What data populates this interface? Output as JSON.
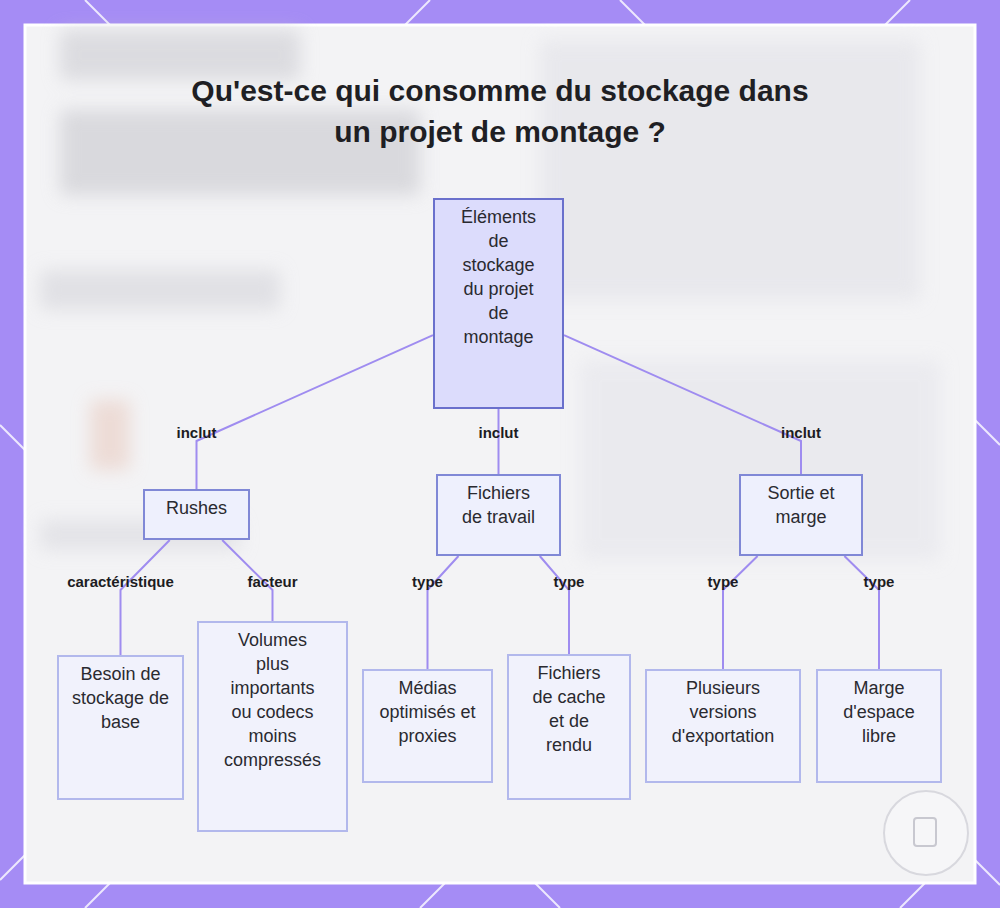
{
  "diagram": {
    "title": "Qu'est-ce qui consomme du stockage dans un projet de montage ?",
    "nodes": [
      {
        "text": [
          "Éléments de stockage du projet de montage"
        ]
      },
      {
        "text": [
          "Rushes"
        ]
      },
      {
        "text": [
          "Fichiers de travail"
        ]
      },
      {
        "text": [
          "Sortie et marge"
        ]
      },
      {
        "text": [
          "Besoin de stockage de base"
        ]
      },
      {
        "text": [
          "Volumes plus importants ou codecs moins compressés"
        ]
      },
      {
        "text": [
          "Médias optimisés et proxies"
        ]
      },
      {
        "text": [
          "Fichiers de cache et de rendu"
        ]
      },
      {
        "text": [
          "Plusieurs versions d'exportation"
        ]
      },
      {
        "text": [
          "Marge d'espace libre"
        ]
      }
    ],
    "edges": [
      {
        "from": 0,
        "to": 1,
        "label": "inclut",
        "arrow": "none"
      },
      {
        "from": 0,
        "to": 2,
        "label": "inclut",
        "arrow": "none"
      },
      {
        "from": 0,
        "to": 3,
        "label": "inclut",
        "arrow": "none"
      },
      {
        "from": 1,
        "to": 4,
        "label": "caractéristique",
        "arrow": "none"
      },
      {
        "from": 1,
        "to": 5,
        "label": "facteur",
        "arrow": "none"
      },
      {
        "from": 2,
        "to": 6,
        "label": "type",
        "arrow": "none"
      },
      {
        "from": 2,
        "to": 7,
        "label": "type",
        "arrow": "none"
      },
      {
        "from": 3,
        "to": 8,
        "label": "type",
        "arrow": "none"
      },
      {
        "from": 3,
        "to": 9,
        "label": "type",
        "arrow": "none"
      }
    ]
  }
}
